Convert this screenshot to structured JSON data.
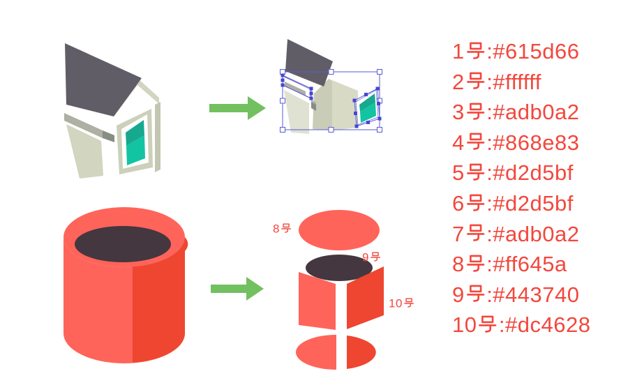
{
  "colors": {
    "red_text": "#f3473d",
    "arrow_green": "#72c05f",
    "selection_blue": "#5a5ad6",
    "handle_fill": "#4646d2",
    "roof_dark": "#615d66",
    "wall_beige": "#d2d5bf",
    "wall_beige_dark": "#c9ccb6",
    "wall_beige_light": "#dfe1d3",
    "wall_right": "#d8dac6",
    "frame_beige": "#ccd0ba",
    "right_wall_strip": "#c3c6b0",
    "gray_light": "#adb0a2",
    "gray_dark": "#868e83",
    "white": "#ffffff",
    "salmon": "#ff645a",
    "red_deep": "#ee4630",
    "plum_dark": "#443740",
    "teal": "#12c4a2",
    "teal_dark": "#17a98f"
  },
  "color_list": [
    "1号:#615d66",
    "2号:#ffffff",
    "3号:#adb0a2",
    "4号:#868e83",
    "5号:#d2d5bf",
    "6号:#d2d5bf",
    "7号:#adb0a2",
    "8号:#ff645a",
    "9号:#443740",
    "10号:#dc4628"
  ],
  "part_labels": [
    "8号",
    "9号",
    "10号"
  ]
}
